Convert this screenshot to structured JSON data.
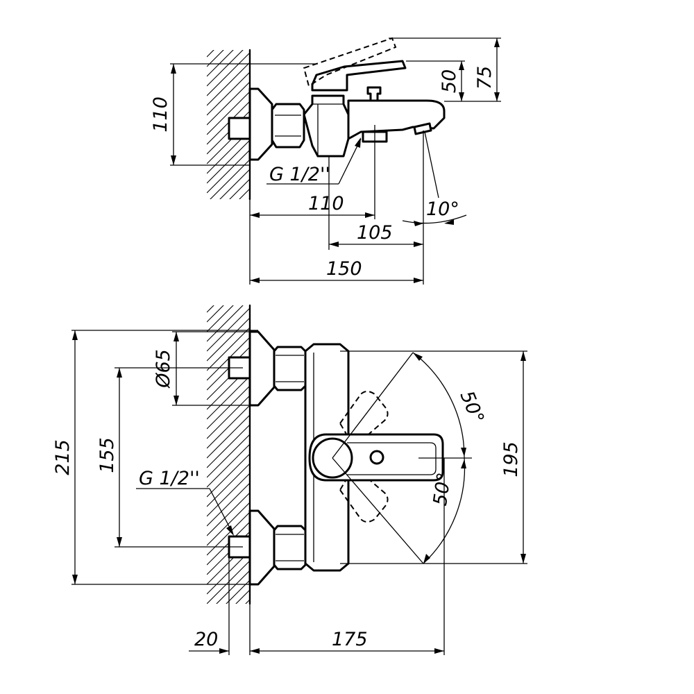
{
  "drawing": {
    "top_view": {
      "dims": {
        "height_110": "110",
        "height_50": "50",
        "height_75": "75",
        "thread": "G 1/2''",
        "depth_110": "110",
        "spout_105": "105",
        "angle_10": "10°",
        "overall_150": "150"
      }
    },
    "front_view": {
      "dims": {
        "diameter_65": "Ø65",
        "height_215": "215",
        "centers_155": "155",
        "thread": "G 1/2''",
        "angle_50_upper": "50°",
        "angle_50_lower": "50°",
        "height_195": "195",
        "offset_20": "20",
        "width_175": "175"
      }
    }
  }
}
